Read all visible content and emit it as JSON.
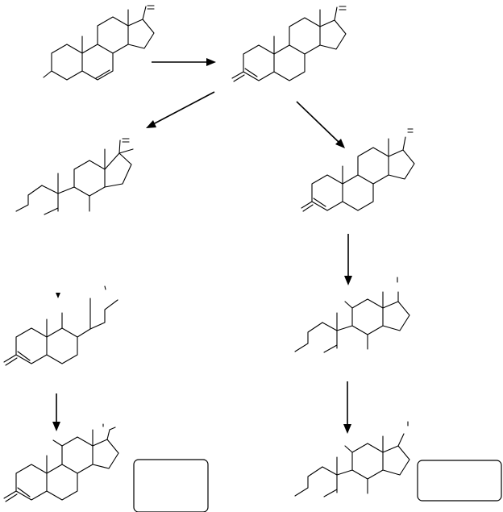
{
  "figure": {
    "structures": [
      {
        "id": "s1",
        "label": ""
      },
      {
        "id": "s2",
        "label": ""
      },
      {
        "id": "s3",
        "label": ""
      },
      {
        "id": "s4",
        "label": ""
      },
      {
        "id": "s5",
        "label": ""
      },
      {
        "id": "s6",
        "label": ""
      },
      {
        "id": "s7",
        "label": ""
      },
      {
        "id": "s8",
        "label": ""
      }
    ],
    "boxes": [
      {
        "id": "box-left",
        "text": ""
      },
      {
        "id": "box-right",
        "text": ""
      }
    ],
    "line_color": "#000000",
    "background": "#ffffff"
  }
}
